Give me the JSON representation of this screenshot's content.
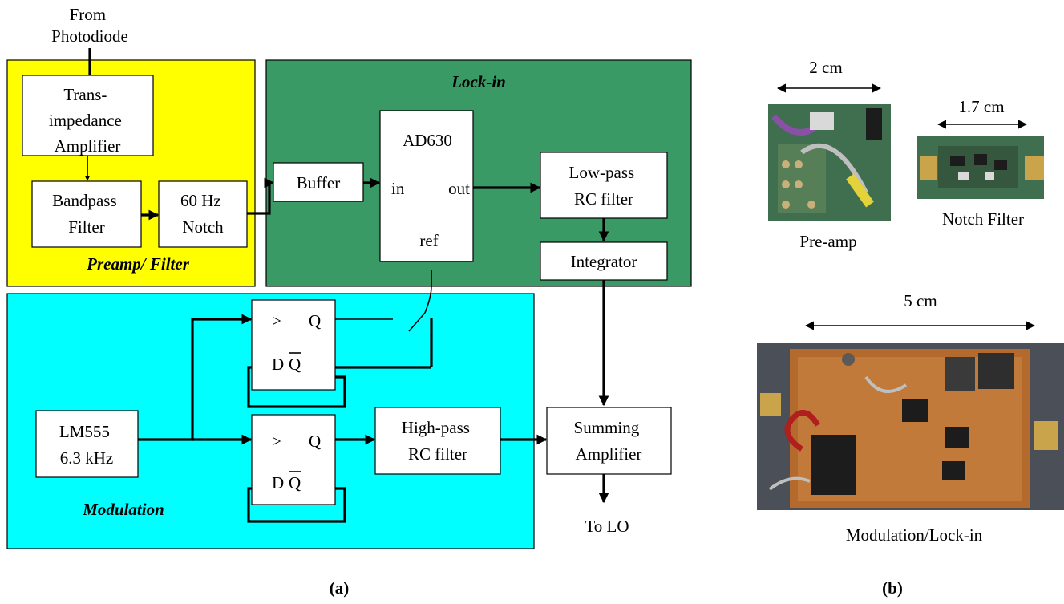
{
  "colors": {
    "preamp_region": "#ffff00",
    "lockin_region": "#3a9a66",
    "modulation_region": "#00ffff",
    "block_fill": "#ffffff",
    "pcb_green": "#3f6f4f",
    "pcb_copper": "#b46a2c"
  },
  "input_label": [
    "From",
    "Photodiode"
  ],
  "regions": {
    "preamp": "Preamp/ Filter",
    "lockin": "Lock-in",
    "modulation": "Modulation"
  },
  "blocks": {
    "tia": [
      "Trans-",
      "impedance",
      "Amplifier"
    ],
    "bandpass": [
      "Bandpass",
      "Filter"
    ],
    "notch": [
      "60 Hz",
      "Notch"
    ],
    "buffer": "Buffer",
    "ad630": {
      "name": "AD630",
      "in": "in",
      "out": "out",
      "ref": "ref"
    },
    "lowpass": [
      "Low-pass",
      "RC filter"
    ],
    "integrator": "Integrator",
    "lm555": [
      "LM555",
      "6.3 kHz"
    ],
    "ff_clk": ">",
    "ff_q": "Q",
    "ff_d": "D",
    "ff_qbar": "Q",
    "highpass": [
      "High-pass",
      "RC filter"
    ],
    "summing": [
      "Summing",
      "Amplifier"
    ]
  },
  "output_label": "To LO",
  "panel_a_label": "(a)",
  "panel_b_label": "(b)",
  "photos": {
    "preamp": {
      "caption": "Pre-amp",
      "dimension": "2 cm",
      "icon": "pcb-photo-icon"
    },
    "notch": {
      "caption": "Notch Filter",
      "dimension": "1.7 cm",
      "icon": "pcb-photo-icon"
    },
    "modulation": {
      "caption": "Modulation/Lock-in",
      "dimension": "5 cm",
      "icon": "pcb-photo-icon"
    }
  }
}
